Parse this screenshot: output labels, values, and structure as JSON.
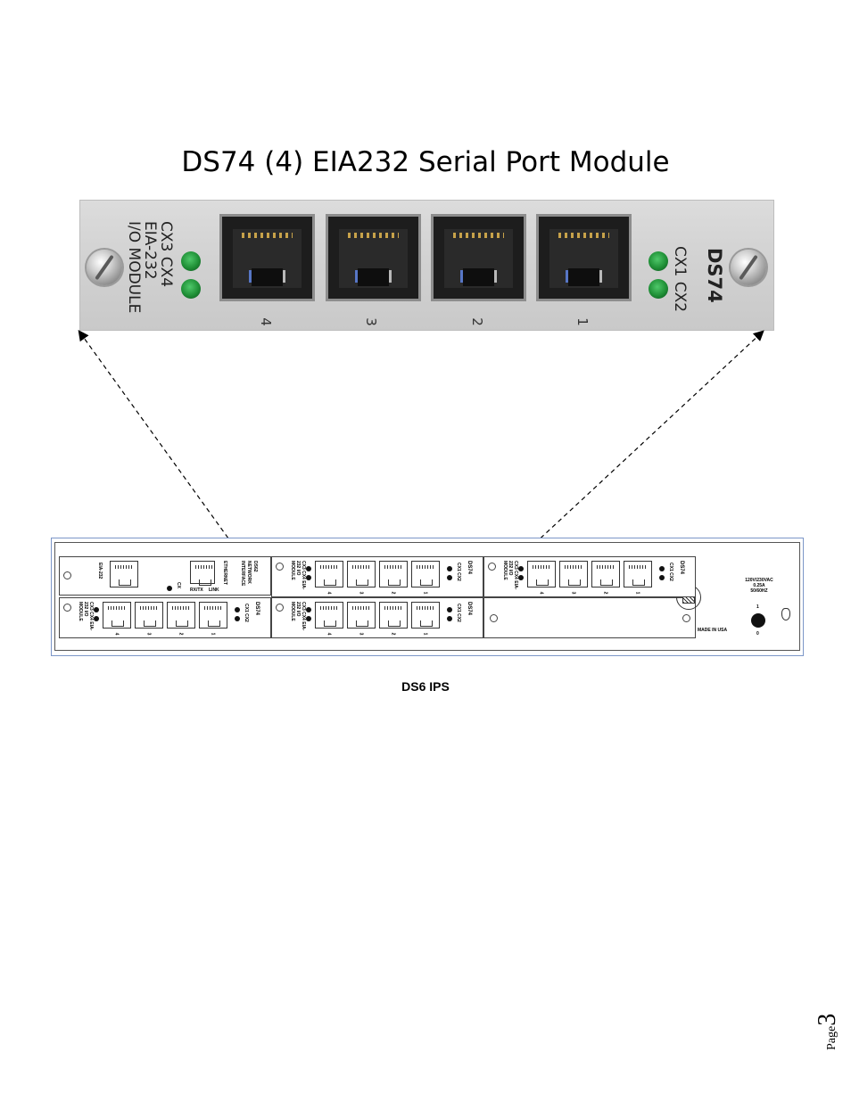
{
  "title": "DS74 (4) EIA232 Serial Port Module",
  "module_photo": {
    "left_label_lines": [
      "CX3  CX4",
      "EIA-232",
      "I/O MODULE"
    ],
    "right_label_lines": [
      "CX1  CX2",
      "DS74"
    ],
    "port_numbers": [
      "4",
      "3",
      "2",
      "1"
    ]
  },
  "chassis": {
    "left_slot_top": {
      "port_label": "EIA-232",
      "cx": "CX",
      "rx_tx": "RX/TX",
      "link": "LINK",
      "ethernet": "ETHERNET",
      "module_name": "DS62 NETWORK INTERFACE"
    },
    "module_card": {
      "name": "DS74",
      "leds": "CX1 CX2",
      "side_text": "CX3 CX4 EIA-232 I/O MODULE",
      "ports": [
        "4",
        "3",
        "2",
        "1"
      ]
    },
    "power": {
      "rating": "120V/230VAC",
      "current": "0.25A",
      "freq": "50/60HZ",
      "switch_on": "1",
      "switch_off": "0",
      "made_in": "MADE IN USA"
    }
  },
  "caption": "DS6 IPS",
  "page": {
    "word": "Page",
    "number": "3"
  }
}
